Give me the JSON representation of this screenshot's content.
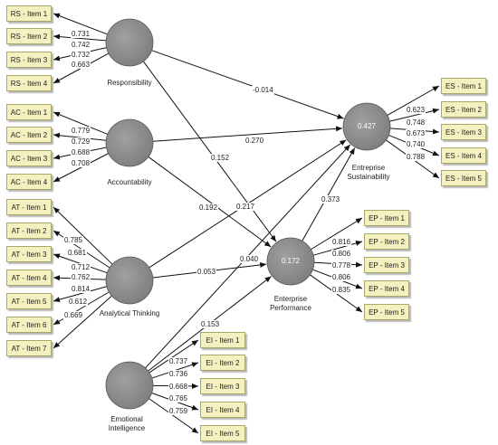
{
  "constructs": {
    "responsibility": {
      "label": "Responsibility",
      "r2": ""
    },
    "accountability": {
      "label": "Accountability",
      "r2": ""
    },
    "analytical_thinking": {
      "label": "Analytical Thinking",
      "r2": ""
    },
    "emotional_intelligence": {
      "label": "Emotional\nIntelligence",
      "r2": ""
    },
    "enterprise_sustainability": {
      "label": "Entreprise\nSustainability",
      "r2": "0.427"
    },
    "enterprise_performance": {
      "label": "Enterprise\nPerformance",
      "r2": "0.172"
    }
  },
  "indicators": {
    "rs": [
      "RS - Item 1",
      "RS - Item 2",
      "RS - Item 3",
      "RS - Item 4"
    ],
    "ac": [
      "AC - Item 1",
      "AC - Item 2",
      "AC - Item 3",
      "AC - Item 4"
    ],
    "at": [
      "AT - Item 1",
      "AT - Item 2",
      "AT - Item 3",
      "AT - Item 4",
      "AT - Item 5",
      "AT - Item 6",
      "AT - Item 7"
    ],
    "ei": [
      "EI - Item 1",
      "EI - Item 2",
      "EI - Item 3",
      "EI - Item 4",
      "EI - Item 5"
    ],
    "es": [
      "ES - Item 1",
      "ES - Item 2",
      "ES - Item 3",
      "ES - Item 4",
      "ES - Item 5"
    ],
    "ep": [
      "EP - Item 1",
      "EP - Item 2",
      "EP - Item 3",
      "EP - Item 4",
      "EP - Item 5"
    ]
  },
  "loadings": {
    "rs": [
      "0.731",
      "0.742",
      "0.732",
      "0.663"
    ],
    "ac": [
      "0.779",
      "0.729",
      "0.688",
      "0.708"
    ],
    "at": [
      "0.785",
      "0.681",
      "0.712",
      "0.762",
      "0.814",
      "0.612",
      "0.669"
    ],
    "ei": [
      "0.737",
      "0.736",
      "0.668",
      "0.765",
      "0.759"
    ],
    "es": [
      "0.623",
      "0.748",
      "0.673",
      "0.740",
      "0.788"
    ],
    "ep": [
      "0.816",
      "0.806",
      "0.778",
      "0.806",
      "0.835"
    ]
  },
  "paths": {
    "rs_es": "-0.014",
    "rs_ep": "0.152",
    "ac_es": "0.270",
    "ac_ep": "0.192",
    "at_es": "0.217",
    "at_ep": "0.053",
    "ei_es": "0.040",
    "ei_ep": "0.153",
    "ep_es": "0.373"
  },
  "colors": {
    "construct_fill": "#8c8c8c",
    "indicator_fill": "#f3f1bf",
    "line": "#111111"
  }
}
